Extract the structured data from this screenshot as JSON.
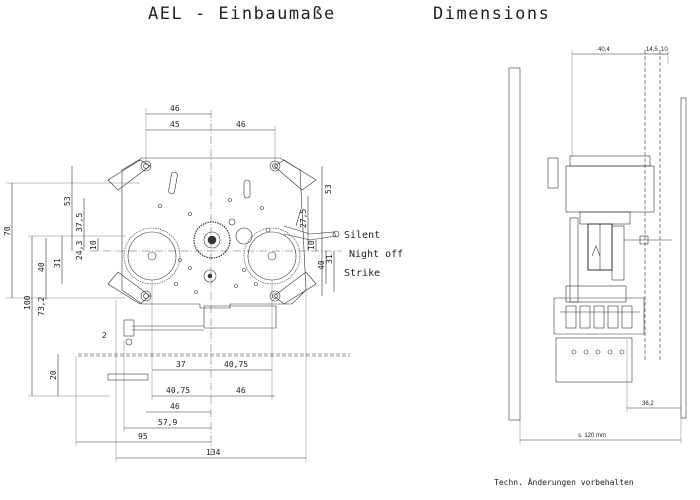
{
  "titles": {
    "left": "AEL - Einbaumaße",
    "right": "Dimensions"
  },
  "labels": {
    "silent": "Silent",
    "night_off": "Night off",
    "strike": "Strike"
  },
  "dims_front": {
    "d46_top": "46",
    "d45": "45",
    "d46_right": "46",
    "d53_left": "53",
    "d37_5": "37,5",
    "d24_3": "24,3",
    "d10_left": "10",
    "d70": "70",
    "d40_left": "40",
    "d31": "31",
    "d100": "100",
    "d73_2": "73,2",
    "d20": "20",
    "d2": "2",
    "d53_right": "53",
    "d27_5": "27,5",
    "d10_right": "10",
    "d40_right": "40",
    "d31_right": "31",
    "d37": "37",
    "d40_75_a": "40,75",
    "d40_75_b": "40,75",
    "d46_b": "46",
    "d46_c": "46",
    "d57_9": "57,9",
    "d95": "95",
    "d134": "134"
  },
  "dims_side": {
    "d40_4": "40,4",
    "d14_5": "14,5",
    "d10": "10",
    "d36_2": "36,2",
    "d120": "s. 120 mm"
  },
  "note": "Techn. Änderungen vorbehalten"
}
